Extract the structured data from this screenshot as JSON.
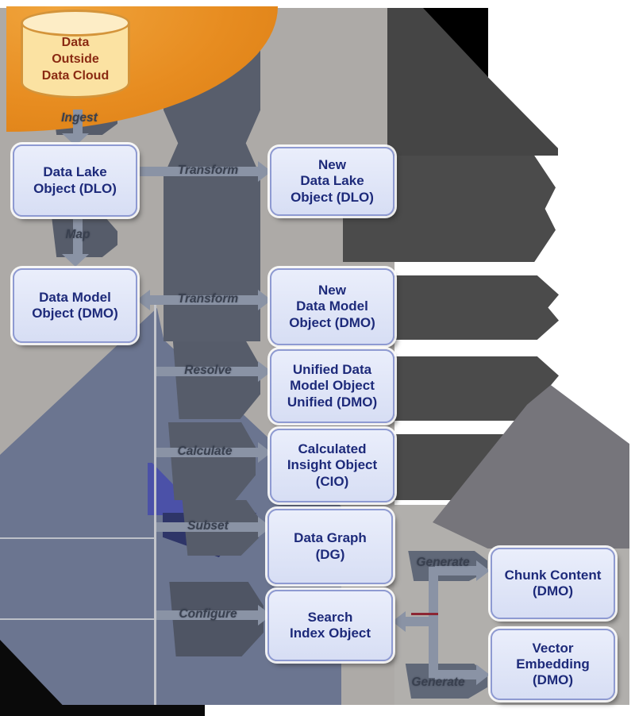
{
  "cylinder": {
    "lines": [
      "Data",
      "Outside",
      "Data Cloud"
    ]
  },
  "boxes": {
    "dlo": {
      "lines": [
        "Data Lake",
        "Object (DLO)"
      ]
    },
    "dmo": {
      "lines": [
        "Data Model",
        "Object (DMO)"
      ]
    },
    "new_dlo": {
      "lines": [
        "New",
        "Data Lake",
        "Object (DLO)"
      ]
    },
    "new_dmo": {
      "lines": [
        "New",
        "Data Model",
        "Object (DMO)"
      ]
    },
    "unified_dmo": {
      "lines": [
        "Unified Data",
        "Model Object",
        "Unified (DMO)"
      ]
    },
    "cio": {
      "lines": [
        "Calculated",
        "Insight Object",
        "(CIO)"
      ]
    },
    "dg": {
      "lines": [
        "Data Graph",
        "(DG)"
      ]
    },
    "sio": {
      "lines": [
        "Search",
        "Index Object"
      ]
    },
    "chunk": {
      "lines": [
        "Chunk Content",
        "(DMO)"
      ]
    },
    "vector": {
      "lines": [
        "Vector",
        "Embedding",
        "(DMO)"
      ]
    }
  },
  "edge_labels": {
    "ingest": "Ingest",
    "map": "Map",
    "transform_dlo": "Transform",
    "transform_dmo": "Transform",
    "resolve": "Resolve",
    "calculate": "Calculate",
    "subset": "Subset",
    "configure": "Configure",
    "generate_chunk": "Generate",
    "generate_vector": "Generate"
  },
  "colors": {
    "box_fill": "#dfe5f8",
    "box_border": "#8e9ad2",
    "box_text": "#1d2a7a",
    "cylinder_fill": "#fbe2a2",
    "cylinder_border": "#d4943a",
    "cylinder_text": "#8a2a12",
    "blob_orange": "#e78c20",
    "arrow_gray": "#8a93a5",
    "label_text": "#39404f"
  }
}
